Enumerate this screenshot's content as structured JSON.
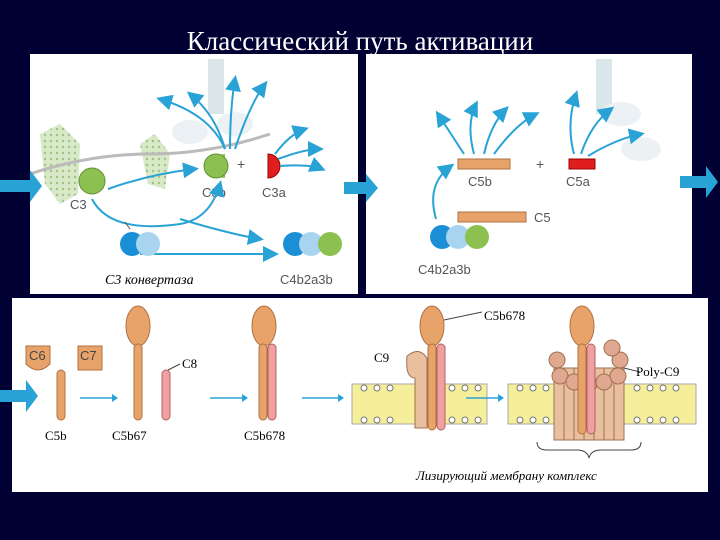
{
  "title": "Классический путь активации",
  "top_left": {
    "c3": "C3",
    "c3b": "C3b",
    "c3a": "C3a",
    "plus": "+",
    "convertase": "C3 конвертаза",
    "c4b2a3b_left": "C4b2a3b"
  },
  "top_right": {
    "c5b": "C5b",
    "c5a": "C5a",
    "c5": "C5",
    "plus": "+",
    "c4b2a3b": "C4b2a3b"
  },
  "bottom": {
    "c6": "C6",
    "c7": "C7",
    "c5b": "C5b",
    "c5b67": "C5b67",
    "c8": "C8",
    "c5b678": "C5b678",
    "c5b678_top": "C5b678",
    "c9": "C9",
    "poly_c9": "Poly-C9",
    "mac": "Лизирующий мембрану комплекс"
  },
  "colors": {
    "background": "#000033",
    "arrow_blue": "#29a3d6",
    "green": "#8cc152",
    "red": "#e01e1e",
    "tan": "#e8a36a",
    "blue_dark": "#1a8fd6",
    "blue_light": "#a9d4ef",
    "membrane": "#f5ee9a"
  },
  "icons": [
    "arrow-right-icon",
    "arrow-right-icon",
    "arrow-right-icon",
    "arrow-right-icon"
  ]
}
